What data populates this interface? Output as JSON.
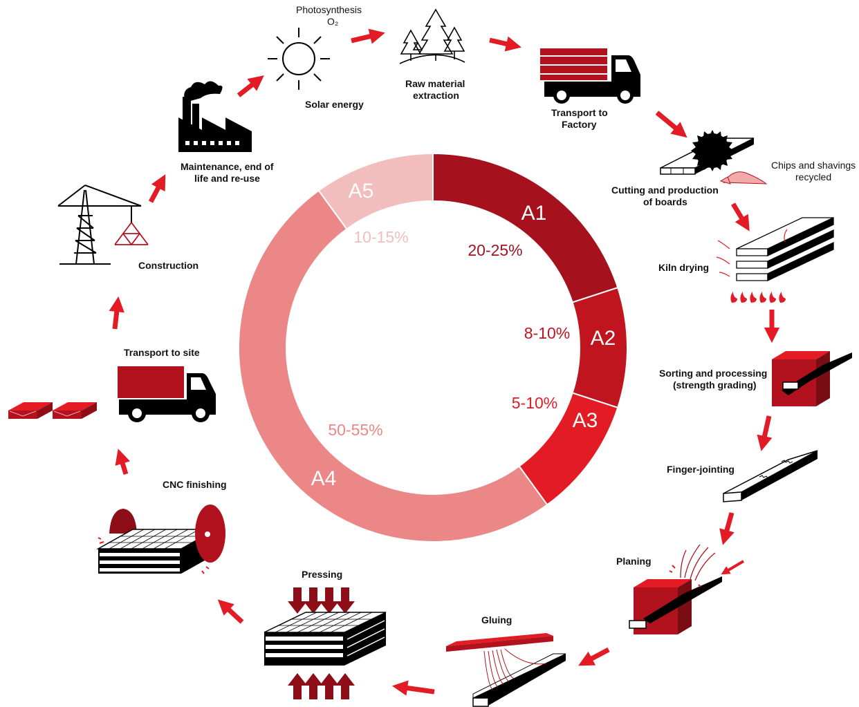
{
  "colors": {
    "a1": "#A5121E",
    "a2": "#C0141E",
    "a3": "#E21B24",
    "a4": "#EB8787",
    "a5": "#F2BDBD",
    "arrow": "#E21B24",
    "dark": "#000000"
  },
  "ring": {
    "segments": [
      {
        "id": "A1",
        "label": "A1",
        "percent": "20-25%",
        "share": 0.2,
        "fill": "#A5121E",
        "text_color": "#ffffff",
        "pct_color": "#A5121E"
      },
      {
        "id": "A2",
        "label": "A2",
        "percent": "8-10%",
        "share": 0.1,
        "fill": "#C0141E",
        "text_color": "#ffffff",
        "pct_color": "#C0141E"
      },
      {
        "id": "A3",
        "label": "A3",
        "percent": "5-10%",
        "share": 0.1,
        "fill": "#E21B24",
        "text_color": "#ffffff",
        "pct_color": "#E21B24"
      },
      {
        "id": "A4",
        "label": "A4",
        "percent": "50-55%",
        "share": 0.5,
        "fill": "#EB8787",
        "text_color": "#ffffff",
        "pct_color": "#EB8787"
      },
      {
        "id": "A5",
        "label": "A5",
        "percent": "10-15%",
        "share": 0.1,
        "fill": "#F2BDBD",
        "text_color": "#ffffff",
        "pct_color": "#F2BDBD"
      }
    ]
  },
  "stages": {
    "photosynthesis_line1": "Photosynthesis",
    "photosynthesis_line2": "O₂",
    "solar_energy": "Solar energy",
    "raw_material_1": "Raw material",
    "raw_material_2": "extraction",
    "transport_factory_1": "Transport to",
    "transport_factory_2": "Factory",
    "chips_1": "Chips and shavings",
    "chips_2": "recycled",
    "cutting_1": "Cutting and production",
    "cutting_2": "of boards",
    "kiln": "Kiln drying",
    "sorting_1": "Sorting and processing",
    "sorting_2": "(strength grading)",
    "finger": "Finger-jointing",
    "planing": "Planing",
    "gluing": "Gluing",
    "pressing": "Pressing",
    "cnc": "CNC finishing",
    "transport_site": "Transport to site",
    "construction": "Construction",
    "maintenance_1": "Maintenance, end of",
    "maintenance_2": "life and re-use"
  }
}
